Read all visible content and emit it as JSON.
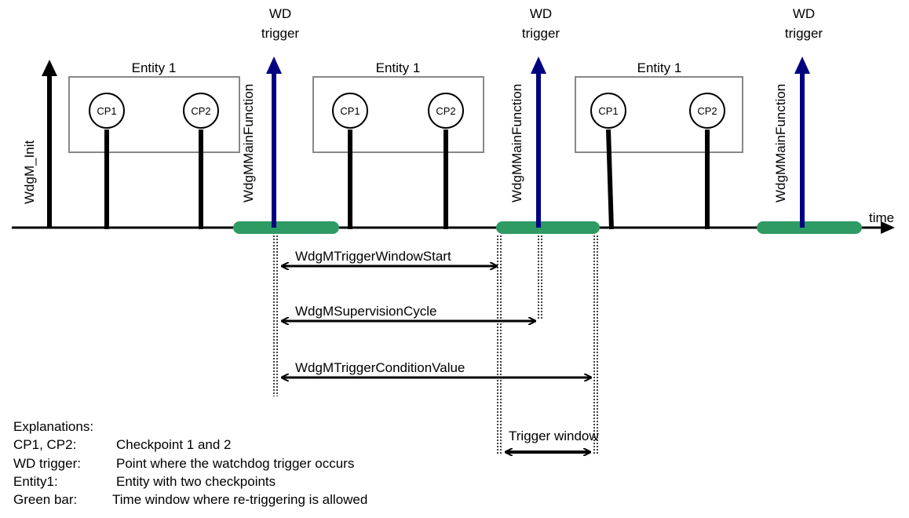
{
  "wd_trigger_label": [
    "WD",
    "trigger"
  ],
  "main_function_label": "WdgMMainFunction",
  "init_label": "WdgM_Init",
  "entity_label": "Entity 1",
  "cp1": "CP1",
  "cp2": "CP2",
  "time_label": "time",
  "durations": {
    "trigger_window_start": "WdgMTriggerWindowStart",
    "supervision_cycle": "WdgMSupervisionCycle",
    "trigger_condition_value": "WdgMTriggerConditionValue",
    "trigger_window": "Trigger window"
  },
  "explanations": {
    "title": "Explanations:",
    "rows": [
      {
        "term": "CP1, CP2:",
        "desc": "Checkpoint 1 and 2"
      },
      {
        "term": "WD trigger:",
        "desc": "Point where the watchdog trigger occurs"
      },
      {
        "term": "Entity1:",
        "desc": "Entity with two checkpoints"
      },
      {
        "term": "Green bar:",
        "desc": "Time window where re-triggering is allowed"
      }
    ]
  },
  "colors": {
    "trigger_arrow": "#000080",
    "green_bar": "#2e9a64",
    "entity_box": "#888888",
    "line": "#000000"
  }
}
